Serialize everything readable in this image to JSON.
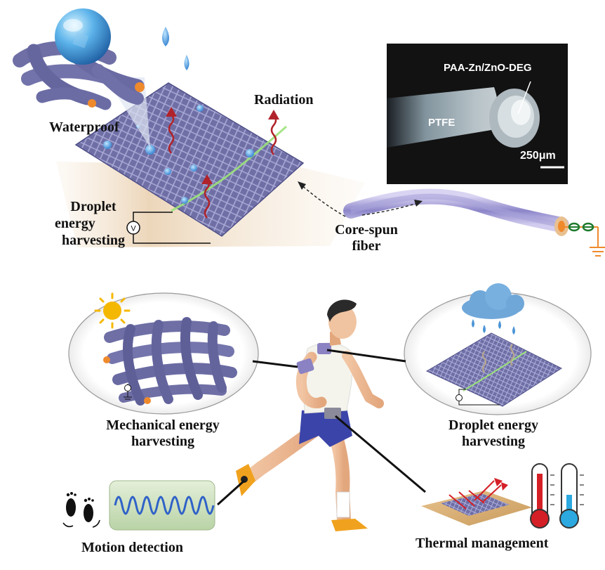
{
  "labels": {
    "waterproof": "Waterproof",
    "radiation": "Radiation",
    "droplet_top_1": "Droplet",
    "droplet_top_2": "energy",
    "droplet_top_3": "harvesting",
    "core_spun_1": "Core-spun",
    "core_spun_2": "fiber",
    "mechanical_1": "Mechanical energy",
    "mechanical_2": "harvesting",
    "droplet_right_1": "Droplet energy",
    "droplet_right_2": "harvesting",
    "motion_detection": "Motion detection",
    "thermal_management": "Thermal management"
  },
  "sem_inset": {
    "outer_label": "PAA-Zn/ZnO-DEG",
    "inner_label": "PTFE",
    "scale_label": "250μm"
  },
  "meter_symbol": "V",
  "colors": {
    "fabric": "#6f6fa6",
    "fiber_strand": "#7a78b3",
    "droplet": "#4b95d6",
    "radiation_arrow": "#b0232a",
    "core_accent": "#ef8a2c",
    "sem_background": "#121212",
    "sun": "#f5b800",
    "cloud": "#6fa7d9",
    "wave_line": "#2f62c8",
    "wave_panel": "#c8dfb8",
    "thermo_hot": "#d51f26",
    "thermo_cold": "#2ba9e0"
  },
  "icons": [
    "waterproof-droplet-icon",
    "radiation-arrow-icon",
    "voltmeter-icon",
    "ground-icon",
    "sun-icon",
    "rain-cloud-icon",
    "footprints-icon",
    "hot-thermometer-icon",
    "cold-thermometer-icon",
    "runner-figure"
  ]
}
